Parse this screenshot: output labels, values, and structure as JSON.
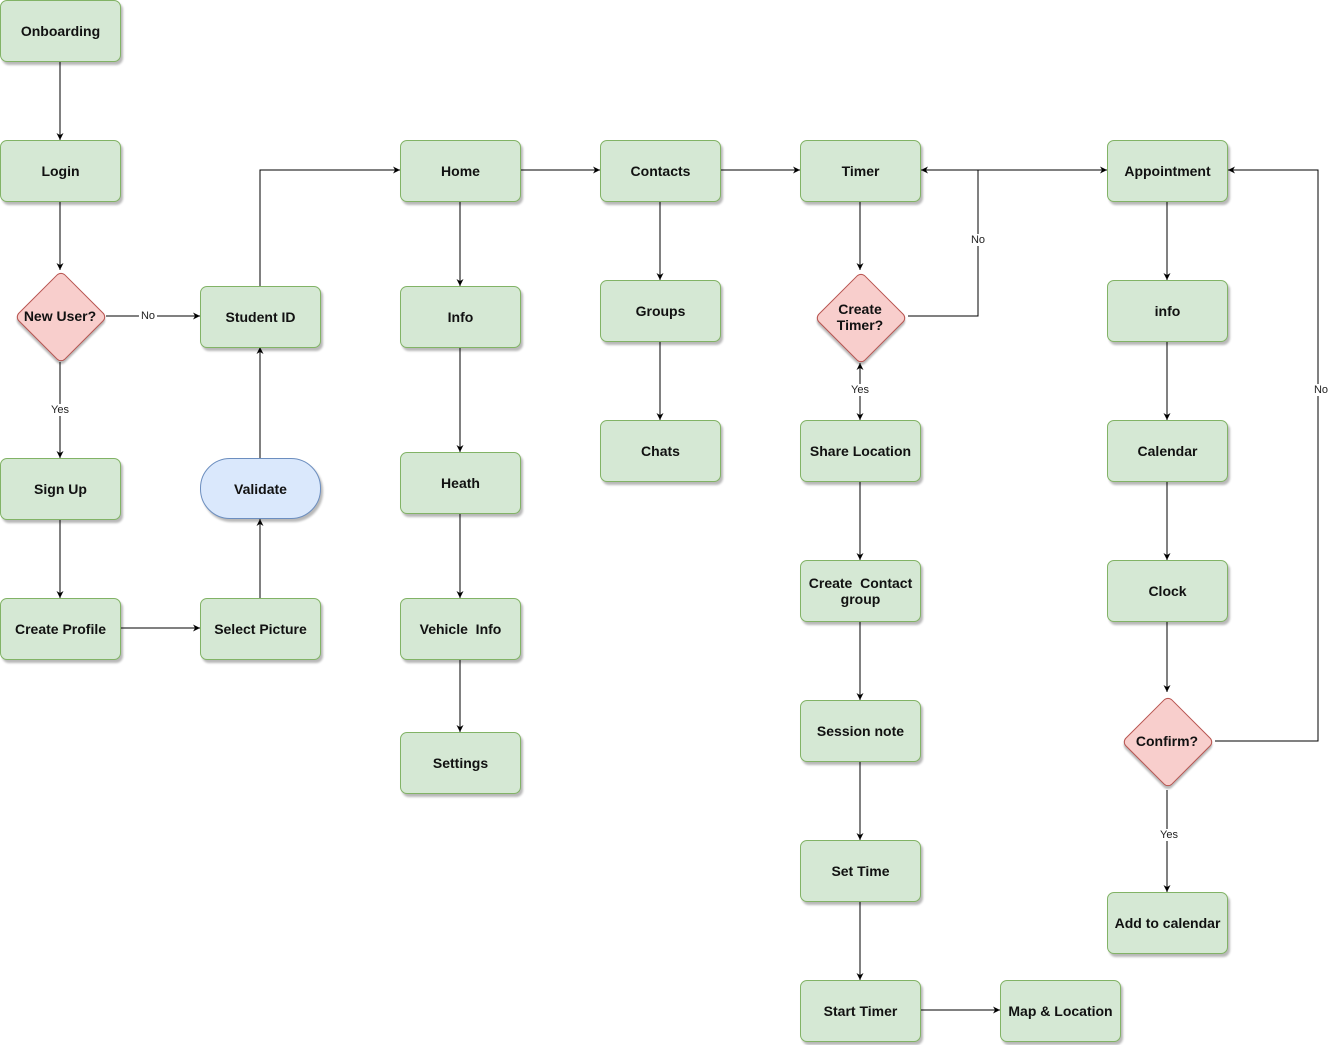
{
  "nodes": {
    "onboarding": "Onboarding",
    "login": "Login",
    "new_user": "New User?",
    "student_id": "Student ID",
    "sign_up": "Sign Up",
    "validate": "Validate",
    "create_profile": "Create Profile",
    "select_picture": "Select Picture",
    "home": "Home",
    "info": "Info",
    "heath": "Heath",
    "vehicle_info": "Vehicle  Info",
    "settings": "Settings",
    "contacts": "Contacts",
    "groups": "Groups",
    "chats": "Chats",
    "timer": "Timer",
    "create_timer": "Create Timer?",
    "share_location": "Share Location",
    "create_contact_group": "Create  Contact group",
    "session_note": "Session note",
    "set_time": "Set Time",
    "start_timer": "Start Timer",
    "map_location": "Map & Location",
    "appointment": "Appointment",
    "appt_info": "info",
    "calendar": "Calendar",
    "clock": "Clock",
    "confirm": "Confirm?",
    "add_to_calendar": "Add to calendar"
  },
  "edge_labels": {
    "new_user_no": "No",
    "new_user_yes": "Yes",
    "create_timer_no": "No",
    "create_timer_yes": "Yes",
    "confirm_no": "No",
    "confirm_yes": "Yes"
  },
  "colors": {
    "process_fill": "#d5e8d4",
    "process_stroke": "#82b366",
    "decision_fill": "#f8cecc",
    "decision_stroke": "#b85450",
    "terminal_fill": "#dae8fc",
    "terminal_stroke": "#6c8ebf",
    "edge": "#000000"
  }
}
